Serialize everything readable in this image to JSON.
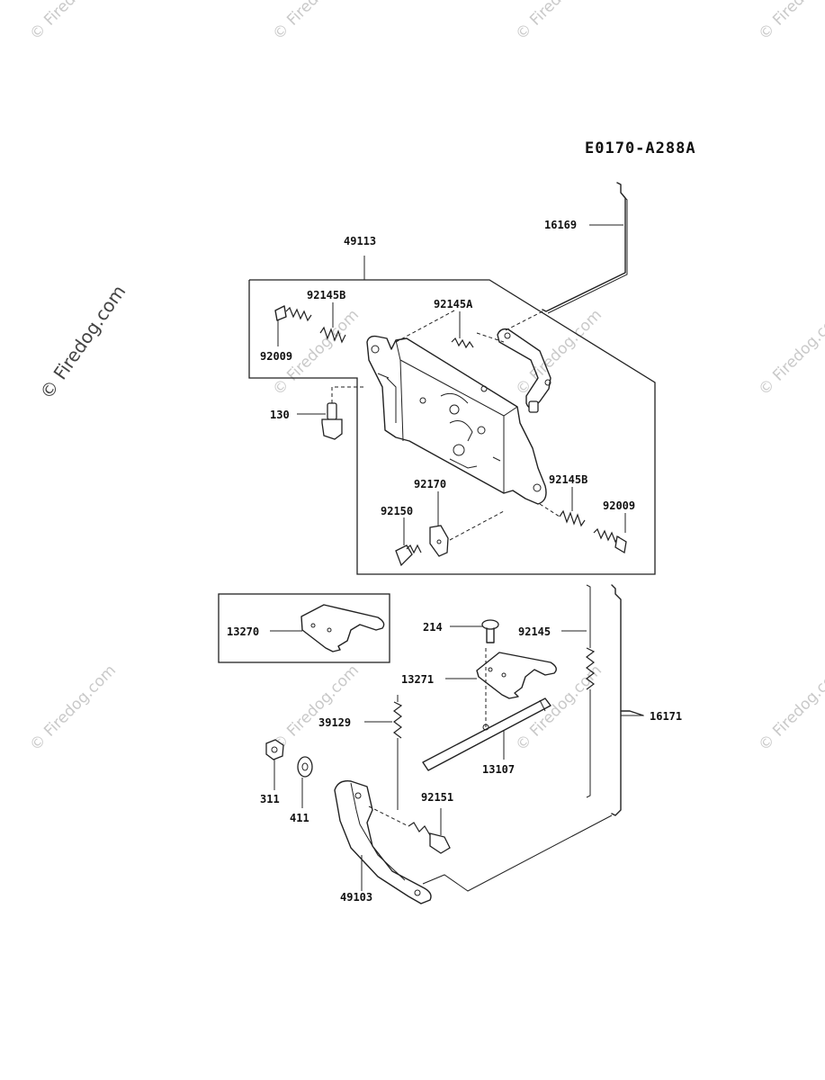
{
  "diagram_code": "E0170-A288A",
  "watermark": {
    "text": "© Firedog.com"
  },
  "parts": {
    "p16169": "16169",
    "p49113": "49113",
    "p92145B_top": "92145B",
    "p92145A": "92145A",
    "p92009_top": "92009",
    "p130": "130",
    "p92170": "92170",
    "p92145B_right": "92145B",
    "p92150": "92150",
    "p92009_right": "92009",
    "p13270": "13270",
    "p214": "214",
    "p92145": "92145",
    "p13271": "13271",
    "p39129": "39129",
    "p16171": "16171",
    "p13107": "13107",
    "p311": "311",
    "p411": "411",
    "p92151": "92151",
    "p49103": "49103"
  }
}
